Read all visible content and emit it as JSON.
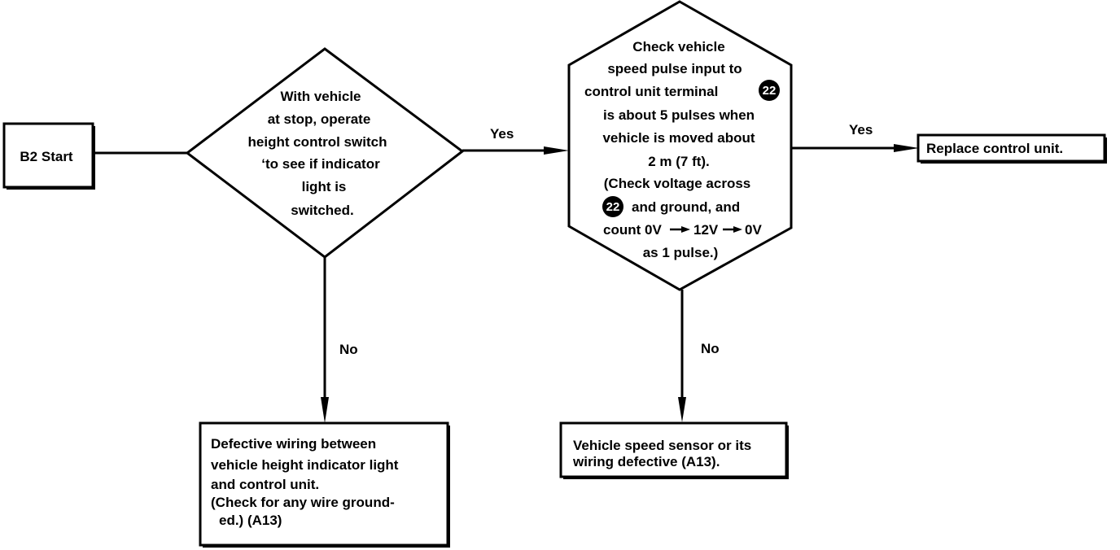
{
  "nodes": {
    "start": {
      "label": "B2 Start"
    },
    "decision": {
      "lines": [
        "With vehicle",
        "at stop, operate",
        "height control switch",
        "‘to see if indicator",
        "light is",
        "switched."
      ]
    },
    "check": {
      "lines": {
        "l1": "Check vehicle",
        "l2": "speed pulse input to",
        "l3": "control unit terminal",
        "l4": "is about 5 pulses when",
        "l5": "vehicle is moved about",
        "l6": "2 m (7 ft).",
        "l7": "(Check voltage across",
        "l8": "and ground, and",
        "l9a": "count 0V",
        "l9b": "12V",
        "l9c": "0V",
        "l10": "as 1 pulse.)"
      },
      "terminal": "22"
    },
    "replace": {
      "label": "Replace control unit."
    },
    "wiring": {
      "lines": [
        "Defective wiring between",
        "vehicle height indicator light",
        "and control unit.",
        "(Check for any wire ground-",
        "ed.) (A13)"
      ]
    },
    "sensor": {
      "lines": [
        "Vehicle speed sensor or its",
        "wiring defective (A13)."
      ]
    }
  },
  "edges": {
    "yes1": "Yes",
    "yes2": "Yes",
    "no1": "No",
    "no2": "No"
  }
}
